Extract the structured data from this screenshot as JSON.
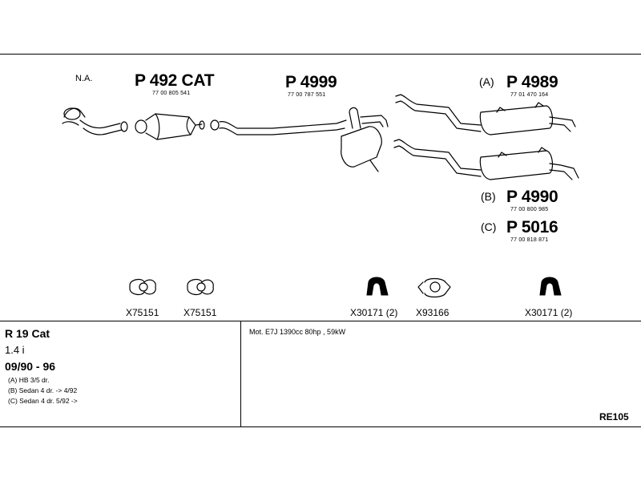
{
  "header": {
    "na_label": "N.A."
  },
  "parts": [
    {
      "id": "p492",
      "name": "P 492 CAT",
      "oem": "77 00 805 541"
    },
    {
      "id": "p4999",
      "name": "P 4999",
      "oem": "77 00 787 551"
    },
    {
      "id": "p4989",
      "variant": "(A)",
      "name": "P 4989",
      "oem": "77 01 470 164"
    },
    {
      "id": "p4990",
      "variant": "(B)",
      "name": "P 4990",
      "oem": "77 00 800 985"
    },
    {
      "id": "p5016",
      "variant": "(C)",
      "name": "P 5016",
      "oem": "77 00 818 871"
    }
  ],
  "accessories": [
    {
      "code": "X75151",
      "icon": "gasket-icon"
    },
    {
      "code": "X75151",
      "icon": "gasket-icon"
    },
    {
      "code": "X30171 (2)",
      "icon": "rubber-hanger-icon"
    },
    {
      "code": "X93166",
      "icon": "clamp-icon"
    },
    {
      "code": "X30171 (2)",
      "icon": "rubber-hanger-icon"
    }
  ],
  "vehicle": {
    "model": "R 19 Cat",
    "engine": "1.4 i",
    "years": "09/90 - 96",
    "variants": [
      "(A) HB 3/5 dr.",
      "(B) Sedan 4 dr. -> 4/92",
      "(C) Sedan 4 dr. 5/92 ->"
    ]
  },
  "motor_spec": "Mot. E7J 1390cc 80hp , 59kW",
  "reference": "RE105"
}
